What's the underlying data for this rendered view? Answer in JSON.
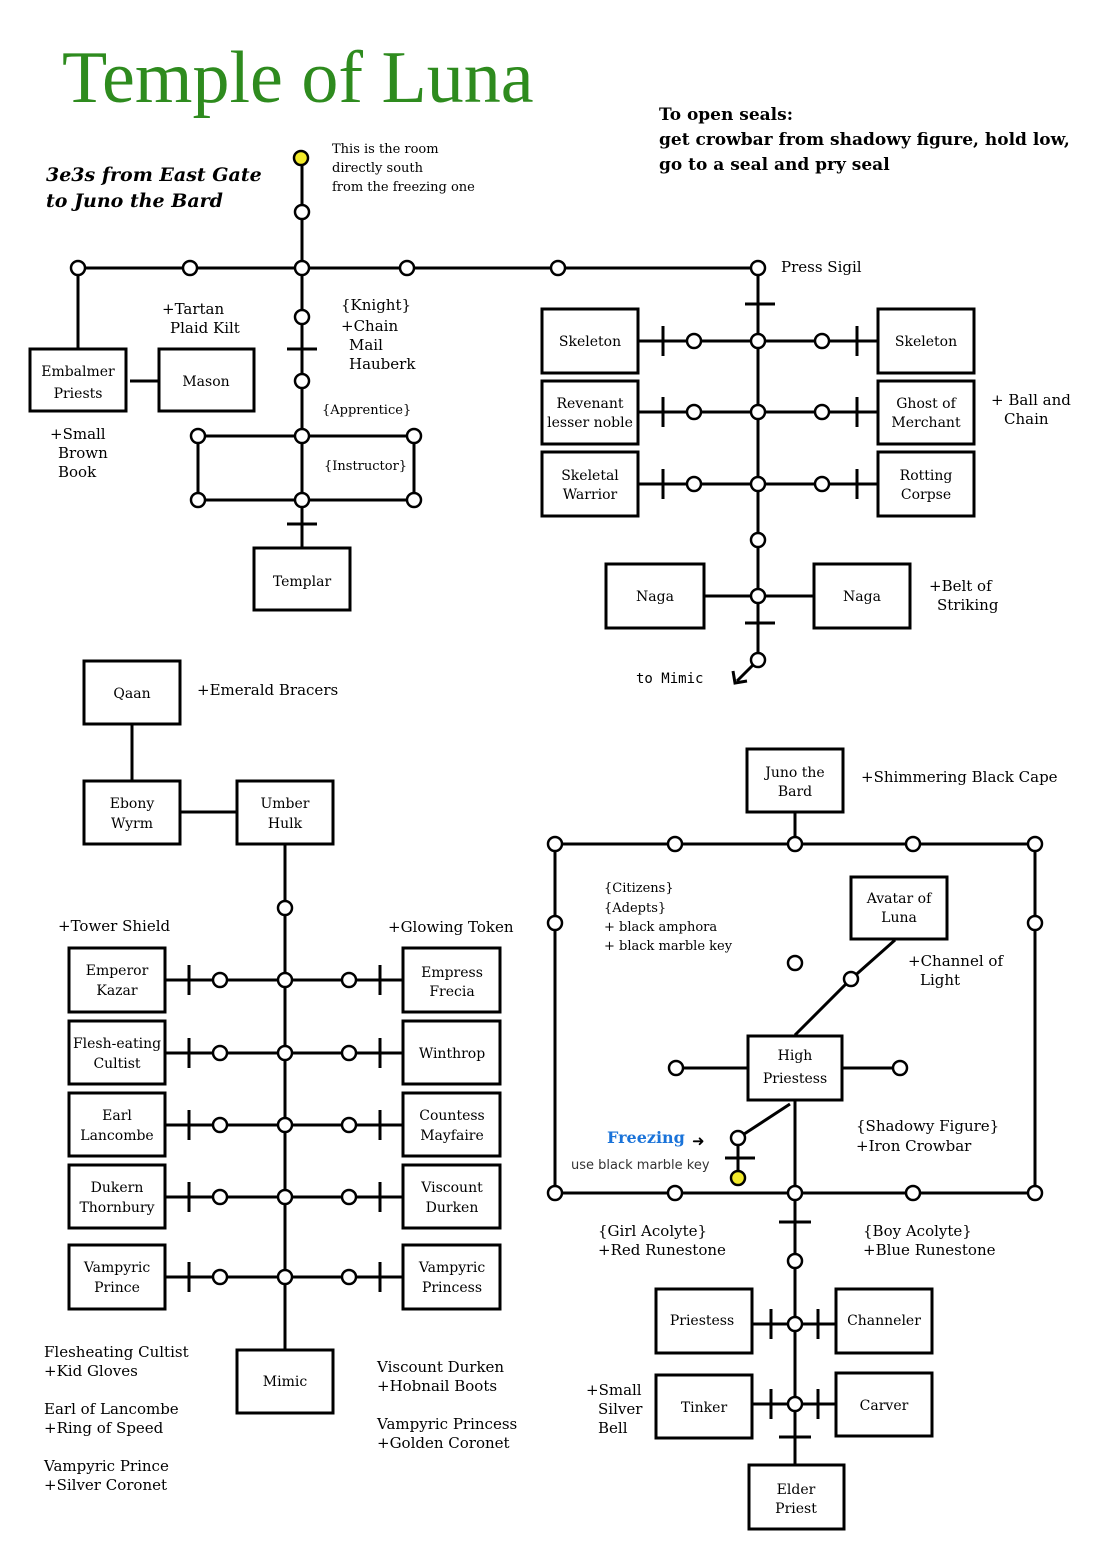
{
  "title": "Temple of Luna",
  "subtitle": [
    "3e3s from East Gate",
    "to Juno the Bard"
  ],
  "seals_note": [
    "To open seals:",
    "get crowbar from shadowy figure, hold low,",
    "go to a seal and pry seal"
  ],
  "start_note": [
    "This is the room",
    "directly south",
    "from the freezing one"
  ],
  "press_sigil": "Press Sigil",
  "to_mimic": "to Mimic",
  "freezing": "Freezing",
  "freezing_hint": "use black marble key",
  "arrow_glyph": "➜",
  "rooms": {
    "embalmer": [
      "Embalmer",
      "Priests"
    ],
    "mason": [
      "Mason"
    ],
    "templar": [
      "Templar"
    ],
    "skeleton_l": [
      "Skeleton"
    ],
    "skeleton_r": [
      "Skeleton"
    ],
    "revenant": [
      "Revenant",
      "lesser noble"
    ],
    "ghost": [
      "Ghost of",
      "Merchant"
    ],
    "skel_warrior": [
      "Skeletal",
      "Warrior"
    ],
    "rotting": [
      "Rotting",
      "Corpse"
    ],
    "naga_l": [
      "Naga"
    ],
    "naga_r": [
      "Naga"
    ],
    "qaan": [
      "Qaan"
    ],
    "ebony": [
      "Ebony",
      "Wyrm"
    ],
    "umber": [
      "Umber",
      "Hulk"
    ],
    "emperor": [
      "Emperor",
      "Kazar"
    ],
    "empress": [
      "Empress",
      "Frecia"
    ],
    "flesh": [
      "Flesh-eating",
      "Cultist"
    ],
    "winthrop": [
      "Winthrop"
    ],
    "earl": [
      "Earl",
      "Lancombe"
    ],
    "countess": [
      "Countess",
      "Mayfaire"
    ],
    "dukern": [
      "Dukern",
      "Thornbury"
    ],
    "viscount": [
      "Viscount",
      "Durken"
    ],
    "vprince": [
      "Vampyric",
      "Prince"
    ],
    "vprincess": [
      "Vampyric",
      "Princess"
    ],
    "mimic": [
      "Mimic"
    ],
    "juno": [
      "Juno the",
      "Bard"
    ],
    "avatar": [
      "Avatar of",
      "Luna"
    ],
    "high_priestess": [
      "High",
      "Priestess"
    ],
    "priestess": [
      "Priestess"
    ],
    "channeler": [
      "Channeler"
    ],
    "tinker": [
      "Tinker"
    ],
    "carver": [
      "Carver"
    ],
    "elder": [
      "Elder",
      "Priest"
    ]
  },
  "notes": {
    "tartan": [
      "+Tartan",
      "Plaid Kilt"
    ],
    "knight": [
      "{Knight}",
      "+Chain",
      "Mail",
      "Hauberk"
    ],
    "apprentice": [
      "{Apprentice}"
    ],
    "instructor": [
      "{Instructor}"
    ],
    "small_brown_book": [
      "+Small",
      "Brown",
      "Book"
    ],
    "ball_chain": [
      "+ Ball and",
      "Chain"
    ],
    "belt": [
      "+Belt of",
      "Striking"
    ],
    "emerald": [
      "+Emerald Bracers"
    ],
    "tower_shield": [
      "+Tower Shield"
    ],
    "glowing_token": [
      "+Glowing Token"
    ],
    "left_loot": [
      "Flesheating Cultist",
      "+Kid Gloves",
      "",
      "Earl of Lancombe",
      "+Ring of Speed",
      "",
      "Vampyric Prince",
      "+Silver Coronet"
    ],
    "right_loot": [
      "Viscount Durken",
      "+Hobnail Boots",
      "",
      "Vampyric Princess",
      "+Golden Coronet"
    ],
    "cape": [
      "+Shimmering Black Cape"
    ],
    "citizens": [
      "{Citizens}",
      "{Adepts}",
      "+ black amphora",
      "+ black marble key"
    ],
    "channel": [
      "+Channel of",
      "Light"
    ],
    "shadowy": [
      "{Shadowy Figure}",
      "+Iron Crowbar"
    ],
    "girl": [
      "{Girl Acolyte}",
      "+Red Runestone"
    ],
    "boy": [
      "{Boy Acolyte}",
      "+Blue Runestone"
    ],
    "bell": [
      "+Small",
      "Silver",
      "Bell"
    ]
  },
  "colors": {
    "title": "#2e8b1e",
    "start_node": "#f2ea2a",
    "freezing": "#1a73d9"
  }
}
